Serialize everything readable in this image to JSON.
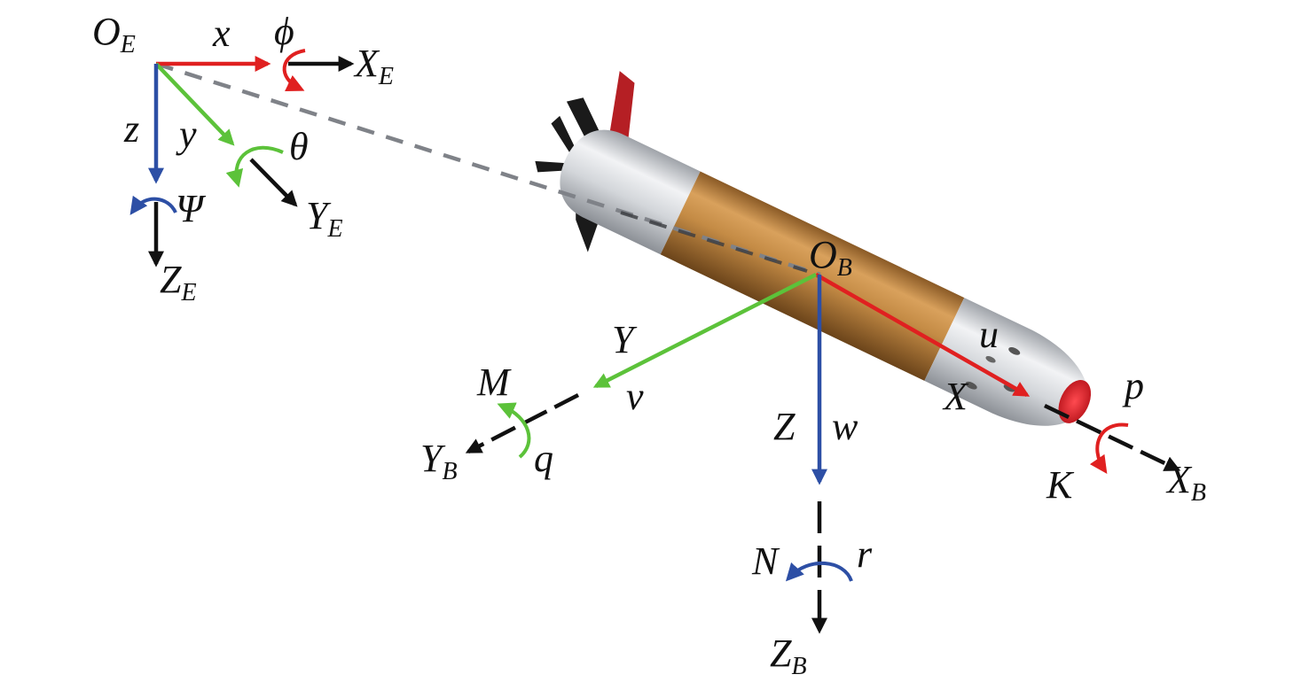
{
  "colors": {
    "x_axis": "#e02020",
    "y_axis": "#5cc23a",
    "z_axis": "#2d4fa5",
    "axis_black": "#111111",
    "dashed_line": "#7f8288",
    "hull_body": "#c48b45",
    "hull_caps": "#d8dadd",
    "fin_red": "#b51f24",
    "fin_dark": "#1a1a1a",
    "nose_red": "#d41f25"
  },
  "earth_frame": {
    "origin": {
      "main": "O",
      "sub": "E"
    },
    "x_label": "x",
    "y_label": "y",
    "z_label": "z",
    "phi_label": "ϕ",
    "theta_label": "θ",
    "psi_label": "Ψ",
    "axis_x": {
      "main": "X",
      "sub": "E"
    },
    "axis_y": {
      "main": "Y",
      "sub": "E"
    },
    "axis_z": {
      "main": "Z",
      "sub": "E"
    }
  },
  "body_frame": {
    "origin": {
      "main": "O",
      "sub": "B"
    },
    "u_label": "u",
    "v_label": "v",
    "w_label": "w",
    "X_label": "X",
    "Y_label": "Y",
    "Z_label": "Z",
    "p_label": "p",
    "q_label": "q",
    "r_label": "r",
    "K_label": "K",
    "M_label": "M",
    "N_label": "N",
    "axis_x": {
      "main": "X",
      "sub": "B"
    },
    "axis_y": {
      "main": "Y",
      "sub": "B"
    },
    "axis_z": {
      "main": "Z",
      "sub": "B"
    }
  }
}
